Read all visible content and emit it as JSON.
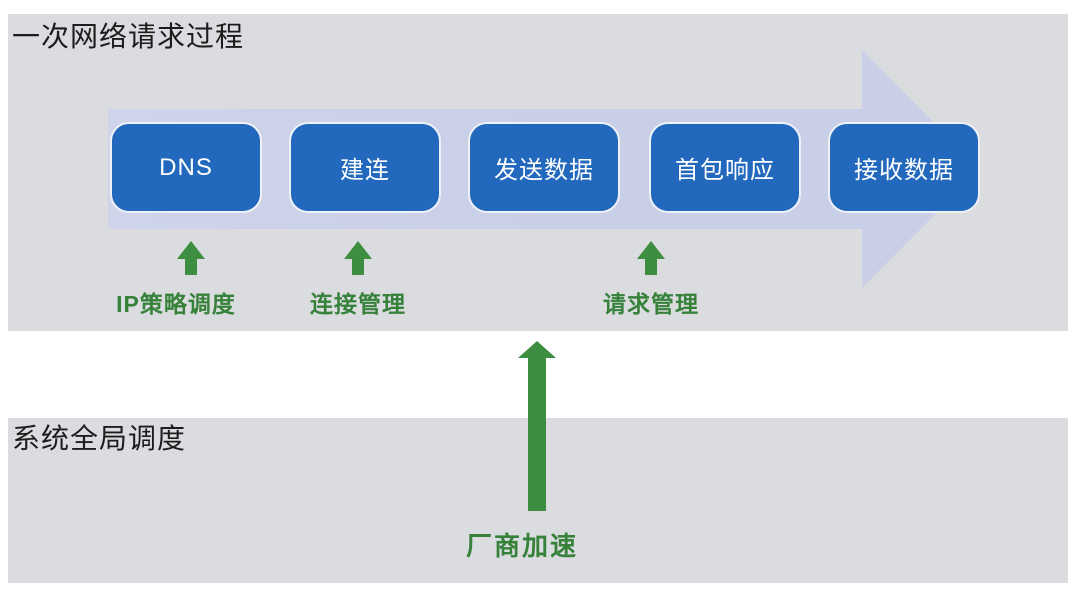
{
  "colors": {
    "panel-gray": "#dbdce0",
    "arrow-lavender": "#c9cfe6",
    "box-blue": "#2268bc",
    "box-border": "#eef2f8",
    "green-arrow": "#3e8e41",
    "green-text": "#37823b",
    "title-color": "#1c1c1c",
    "page-bg": "#ffffff"
  },
  "section1": {
    "title": "一次网络请求过程",
    "flow_arrow_icon": "right-arrow",
    "steps": [
      {
        "label": "DNS"
      },
      {
        "label": "建连"
      },
      {
        "label": "发送数据"
      },
      {
        "label": "首包响应"
      },
      {
        "label": "接收数据"
      }
    ],
    "annotations": [
      {
        "label": "IP策略调度",
        "icon": "up-arrow"
      },
      {
        "label": "连接管理",
        "icon": "up-arrow"
      },
      {
        "label": "请求管理",
        "icon": "up-arrow"
      }
    ]
  },
  "connector": {
    "label": "厂商加速",
    "icon": "up-arrow"
  },
  "section2": {
    "title": "系统全局调度"
  }
}
